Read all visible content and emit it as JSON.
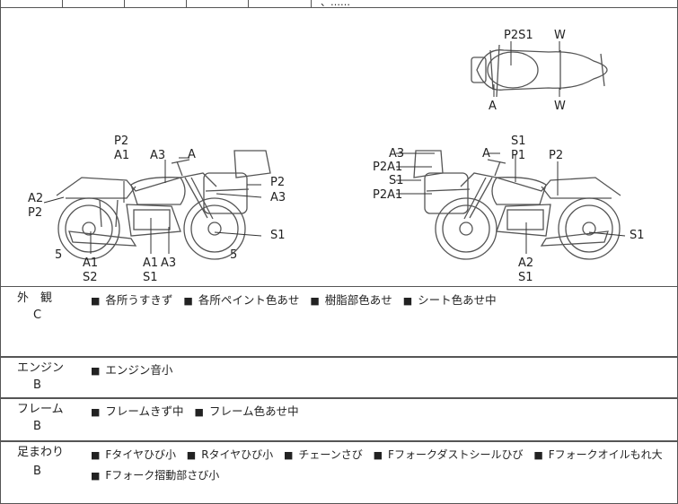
{
  "top_strip_text": "、……",
  "diagram_labels": {
    "left_bike": [
      "P2",
      "A1",
      "A3",
      "A",
      "A2",
      "P2",
      "P2",
      "A3",
      "S1",
      "5",
      "5",
      "A1",
      "S2",
      "A1",
      "S1",
      "A3"
    ],
    "right_bike": [
      "S1",
      "A3",
      "A",
      "P1",
      "P2",
      "P2A1",
      "S1",
      "P2A1",
      "S1",
      "A2",
      "S1"
    ],
    "top_bike": [
      "P2S1",
      "W",
      "A",
      "W"
    ]
  },
  "rows": [
    {
      "category": "外　観",
      "grade": "C",
      "items": [
        "各所うすきず",
        "各所ペイント色あせ",
        "樹脂部色あせ",
        "シート色あせ中"
      ]
    },
    {
      "category": "エンジン",
      "grade": "B",
      "items": [
        "エンジン音小"
      ]
    },
    {
      "category": "フレーム",
      "grade": "B",
      "items": [
        "フレームきず中",
        "フレーム色あせ中"
      ]
    },
    {
      "category": "足まわり",
      "grade": "B",
      "items": [
        "Fタイヤひび小",
        "Rタイヤひび小",
        "チェーンさび",
        "Fフォークダストシールひび",
        "Fフォークオイルもれ大"
      ],
      "items_line2": [
        "Fフォーク摺動部さび小"
      ]
    }
  ]
}
